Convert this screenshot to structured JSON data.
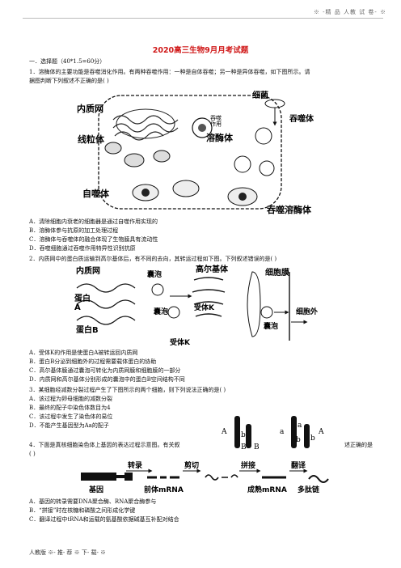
{
  "header": {
    "right": "※ -精 品 人教 试 卷- ※"
  },
  "title": "2020高三生物9月月考试题",
  "section1": "一．选择题（40*1.5=60分）",
  "q1": {
    "stem1": "1．溶酶体的主要功能是吞噬消化作用。有两种吞噬作用：一种是自体吞噬；另一种是异体吞噬，如下图所示。请",
    "stem2": "据图判断下列叙述不正确的是(      )",
    "fig": {
      "er": "内质网",
      "bacteria": "细菌",
      "phago": "吞噬体",
      "mito": "线粒体",
      "phago_action": "吞噬\n作用",
      "lyso": "溶酶体",
      "autophago": "自噬体",
      "phagolyso": "吞噬溶酶体"
    },
    "options": [
      "A．清除细胞内衰老的细胞器是通过自噬作用实现的",
      "B．溶酶体参与抗原的加工处理过程",
      "C．溶酶体与吞噬体的融合体现了生物膜具有流动性",
      "D．吞噬细胞通过吞噬作用特异性识别抗原"
    ]
  },
  "q2": {
    "stem": "2．内质网中的蛋白质运输到高尔基体后，有不同的去向，其转运过程如下图。下列叙述错误的是(      )",
    "fig": {
      "er": "内质网",
      "vesicle1": "囊泡",
      "golgi": "高尔基体",
      "membrane": "细胞膜",
      "proteinA": "蛋白\nA",
      "proteinB": "蛋白B",
      "vesicle2": "囊泡",
      "receptorK1": "受体K",
      "receptorK2": "受体K",
      "vesicle3": "囊泡",
      "outside": "细胞外"
    },
    "options": [
      "A．受体K的作用是使蛋白A被转运回内质网",
      "B．蛋白B分泌到细胞外的过程需要载体蛋白的协助",
      "C．高尔基体膜通过囊泡可转化为内质网膜和细胞膜的一部分",
      "D．内质网和高尔基体分别形成的囊泡中的蛋白B空间结构不同"
    ]
  },
  "q3": {
    "stem": "3．某细胞经减数分裂过程产生了下图所示的两个细胞，则下列说法正确的是(      )",
    "options": [
      "A．该过程为卵母细胞的减数分裂",
      "B．最终的配子中染色体数目为4",
      "C．该过程中发生了染色体的易位",
      "D．不能产生基因型为Aa的配子"
    ],
    "fig": {
      "A": "A",
      "b": "b",
      "B1": "B",
      "B2": "B",
      "a1": "a",
      "b2": "b",
      "a2": "a",
      "b3": "b",
      "A2": "A"
    }
  },
  "q4": {
    "stem_left": "4．下面是真核细胞染色体上基因的表达过程示意图。有关叙",
    "stem_right": "述正确的是",
    "stem2": "(      )",
    "fig": {
      "transcription": "转录",
      "cut": "剪切",
      "splice": "拼接",
      "translation": "翻译",
      "gene": "基因",
      "pre_mrna": "前体mRNA",
      "mature_mrna": "成熟mRNA",
      "polypeptide": "多肽链"
    },
    "options": [
      "A．基因的转录需要DNA聚合酶、RNA聚合酶参与",
      "B．“拼接”时在核糖和磷酸之间形成化学键",
      "C．翻译过程中tRNA和运载的氨基酸依据碱基互补配对结合"
    ]
  },
  "footer": "人教版  ※- 推- 荐 ※ 下- 载- ※"
}
